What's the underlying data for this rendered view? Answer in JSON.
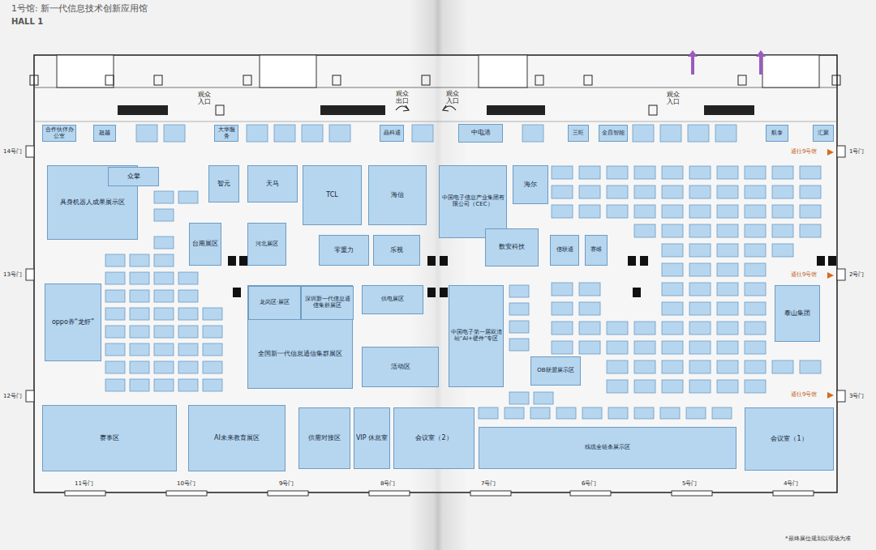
{
  "diagram": {
    "title": "1号馆: 新一代信息技术创新应用馆",
    "nodes": [
      {
        "text": [
          "合作伙伴办公室"
        ]
      },
      {
        "text": [
          "超越"
        ]
      },
      {
        "text": [
          "大华服务"
        ]
      },
      {
        "text": [
          "晶科通"
        ]
      },
      {
        "text": [
          "中电港"
        ]
      },
      {
        "text": [
          "三旺"
        ]
      },
      {
        "text": [
          "金昌智能"
        ]
      },
      {
        "text": [
          "航泰"
        ]
      },
      {
        "text": [
          "汇聚"
        ]
      },
      {
        "text": [
          "具身机器人成果展示区"
        ]
      },
      {
        "text": [
          "众擎"
        ]
      },
      {
        "text": [
          "智元"
        ]
      },
      {
        "text": [
          "天马"
        ]
      },
      {
        "text": [
          "TCL"
        ]
      },
      {
        "text": [
          "海信"
        ]
      },
      {
        "text": [
          "中国电子信息产业集团有限公司（CEC）"
        ]
      },
      {
        "text": [
          "海尔"
        ]
      },
      {
        "text": [
          "台南展区"
        ]
      },
      {
        "text": [
          "河北展区"
        ]
      },
      {
        "text": [
          "零重力"
        ]
      },
      {
        "text": [
          "乐视"
        ]
      },
      {
        "text": [
          "数安科技"
        ]
      },
      {
        "text": [
          "信联通"
        ]
      },
      {
        "text": [
          "赛维"
        ]
      },
      {
        "text": [
          "oppo养“龙虾”"
        ]
      },
      {
        "text": [
          "全国新一代信息通信集群展区"
        ]
      },
      {
        "text": [
          "龙岗区·展区"
        ],
        "in": 25
      },
      {
        "text": [
          "深圳新一代信息通信集群展区"
        ],
        "in": 25
      },
      {
        "text": [
          "供电展区"
        ]
      },
      {
        "text": [
          "活动区"
        ]
      },
      {
        "text": [
          "中国电子第一届双清站“AI+硬件”专区"
        ]
      },
      {
        "text": [
          "OB联盟展示区"
        ]
      },
      {
        "text": [
          "泰山集团"
        ]
      },
      {
        "text": [
          "赛事区"
        ]
      },
      {
        "text": [
          "AI未来教育展区"
        ]
      },
      {
        "text": [
          "供需对接区"
        ]
      },
      {
        "text": [
          "VIP 休息室"
        ]
      },
      {
        "text": [
          "会议室（2）"
        ]
      },
      {
        "text": [
          "线缆全链条展示区"
        ]
      },
      {
        "text": [
          "会议室（1）"
        ]
      }
    ],
    "labels": [
      "HALL 1",
      "14号门",
      "13号门",
      "12号门",
      "1号门",
      "2号门",
      "3号门",
      "11号门",
      "10号门",
      "9号门",
      "8号门",
      "7号门",
      "6号门",
      "5号门",
      "4号门",
      "观众入口",
      "观众出口",
      "观众入口",
      "观众入口",
      "通往9号馆",
      "通往9号馆",
      "通往9号馆",
      "*最终展位规划以现场为准"
    ]
  }
}
